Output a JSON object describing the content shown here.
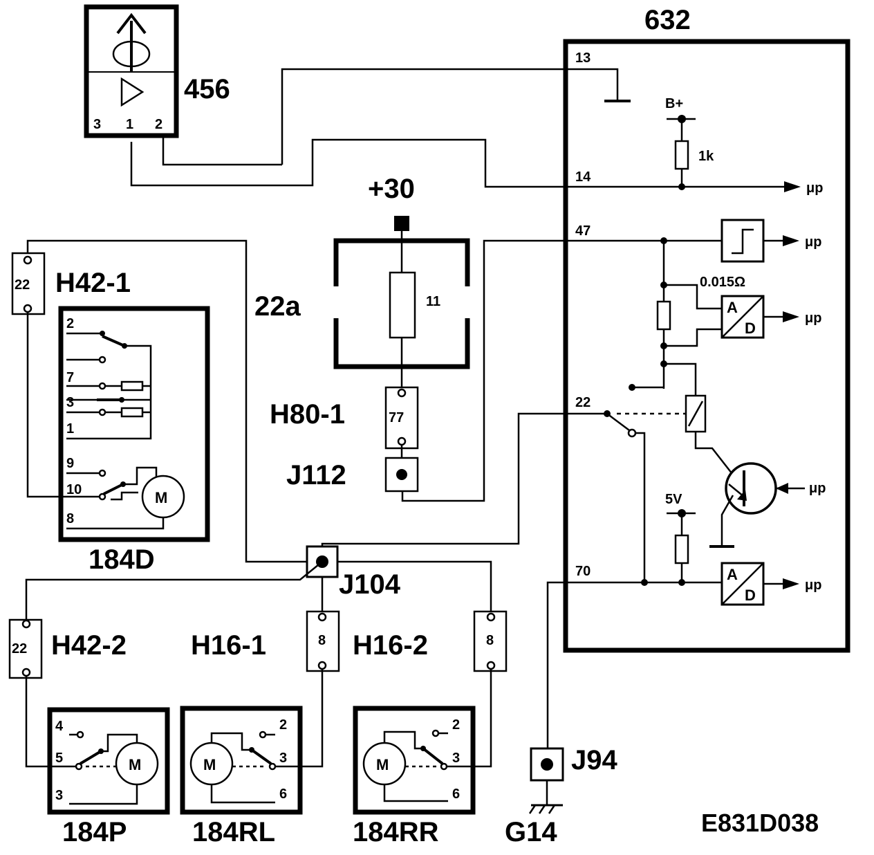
{
  "labels": {
    "ecu_id": "632",
    "sensor_id": "456",
    "fuse_box_id": "22a",
    "fuse_number": "11",
    "battery_supply": "+30",
    "connector_h80_1": "H80-1",
    "connector_h80_1_pin": "77",
    "junction_j112": "J112",
    "connector_h42_1": "H42-1",
    "connector_h42_1_pin": "22",
    "connector_h42_2": "H42-2",
    "connector_h42_2_pin": "22",
    "connector_h16_1": "H16-1",
    "connector_h16_1_pin": "8",
    "connector_h16_2": "H16-2",
    "connector_h16_2_pin": "8",
    "junction_j104": "J104",
    "junction_j94": "J94",
    "ground_g14": "G14",
    "motor_184d": "184D",
    "motor_184p": "184P",
    "motor_184rl": "184RL",
    "motor_184rr": "184RR",
    "diagram_code": "E831D038"
  },
  "sensor_pins": [
    "3",
    "1",
    "2"
  ],
  "ecu": {
    "pin_13": "13",
    "pin_14": "14",
    "pin_47": "47",
    "pin_22": "22",
    "pin_70": "70",
    "bplus": "B+",
    "resistor_1k": "1k",
    "shunt": "0.015Ω",
    "five_volt": "5V",
    "mu_p": "μp",
    "adc_a": "A",
    "adc_d": "D"
  },
  "motor_184d_pins": [
    "2",
    "7",
    "3",
    "1",
    "9",
    "10",
    "8"
  ],
  "motor_184p_pins": [
    "4",
    "5",
    "3"
  ],
  "motor_184rl_pins": [
    "2",
    "3",
    "6"
  ],
  "motor_184rr_pins": [
    "2",
    "3",
    "6"
  ],
  "motor_symbol": "M"
}
